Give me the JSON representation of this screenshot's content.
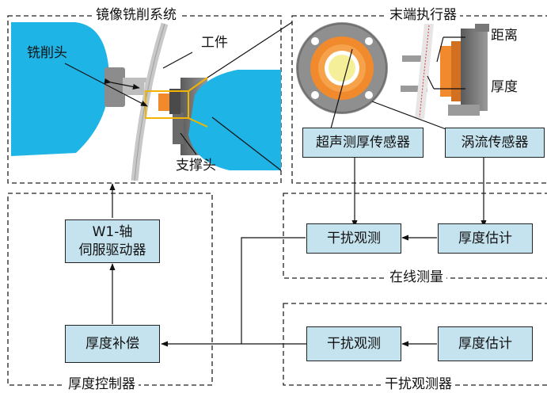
{
  "labels": {
    "mirror_system": "镜像铣削系统",
    "end_effector": "末端执行器",
    "workpiece": "工件",
    "milling_head": "铣削头",
    "support_head": "支撑头",
    "distance": "距离",
    "thickness": "厚度",
    "online_measure": "在线测量",
    "thickness_controller": "厚度控制器",
    "disturbance_observer": "干扰观测器"
  },
  "boxes": {
    "ultrasonic": "超声测厚传感器",
    "eddy": "涡流传感器",
    "disturb_obs_1": "干扰观测",
    "thickness_est_1": "厚度估计",
    "servo_line1": "W1-轴",
    "servo_line2": "伺服驱动器",
    "thickness_comp": "厚度补偿",
    "disturb_obs_2": "干扰观测",
    "thickness_est_2": "厚度估计"
  },
  "colors": {
    "robot_blue": "#1fb4e6",
    "box_fill": "#c5e3ee",
    "orange": "#f08a2c",
    "highlight_yellow": "#f2b400"
  }
}
